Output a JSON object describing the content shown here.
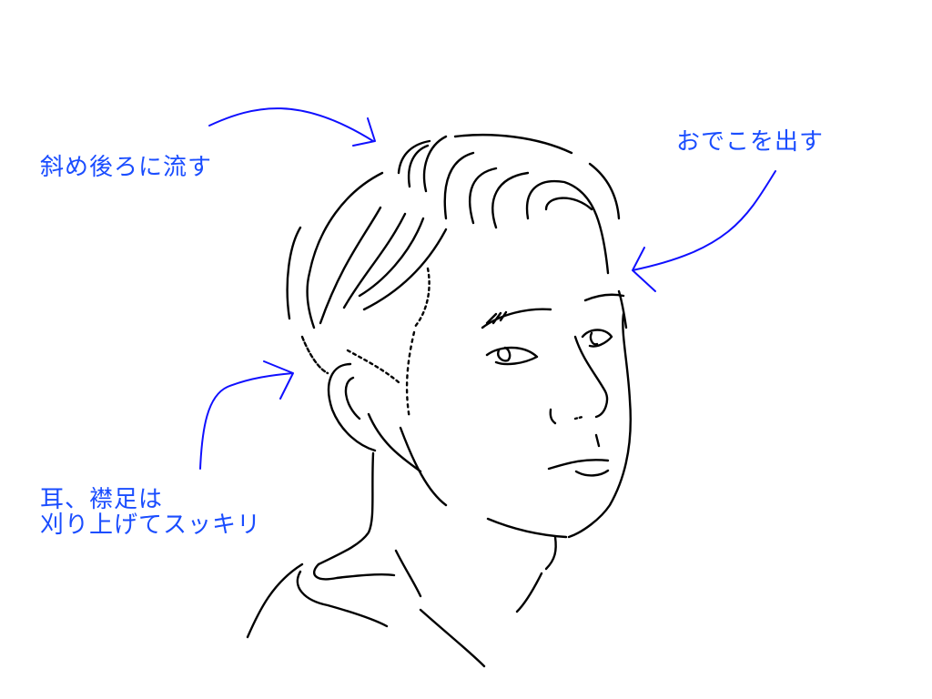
{
  "annotations": {
    "hair_back": "斜め後ろに流す",
    "forehead": "おでこを出す",
    "ear_line1": "耳、襟足は",
    "ear_line2": "刈り上げてスッキリ"
  },
  "colors": {
    "text": "#1a4dff",
    "arrow": "#1010ff",
    "line": "#000000"
  }
}
